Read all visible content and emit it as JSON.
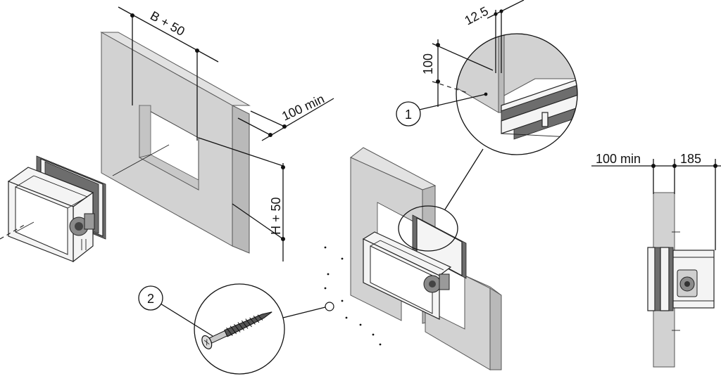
{
  "dimensions": {
    "b_plus_50": "B + 50",
    "h_plus_50": "H + 50",
    "min_distance_iso": "100 min",
    "detail_offset": "12.5",
    "detail_height": "100",
    "side_min_distance": "100 min",
    "side_depth": "185"
  },
  "callouts": {
    "callout_1": "1",
    "callout_2": "2"
  }
}
